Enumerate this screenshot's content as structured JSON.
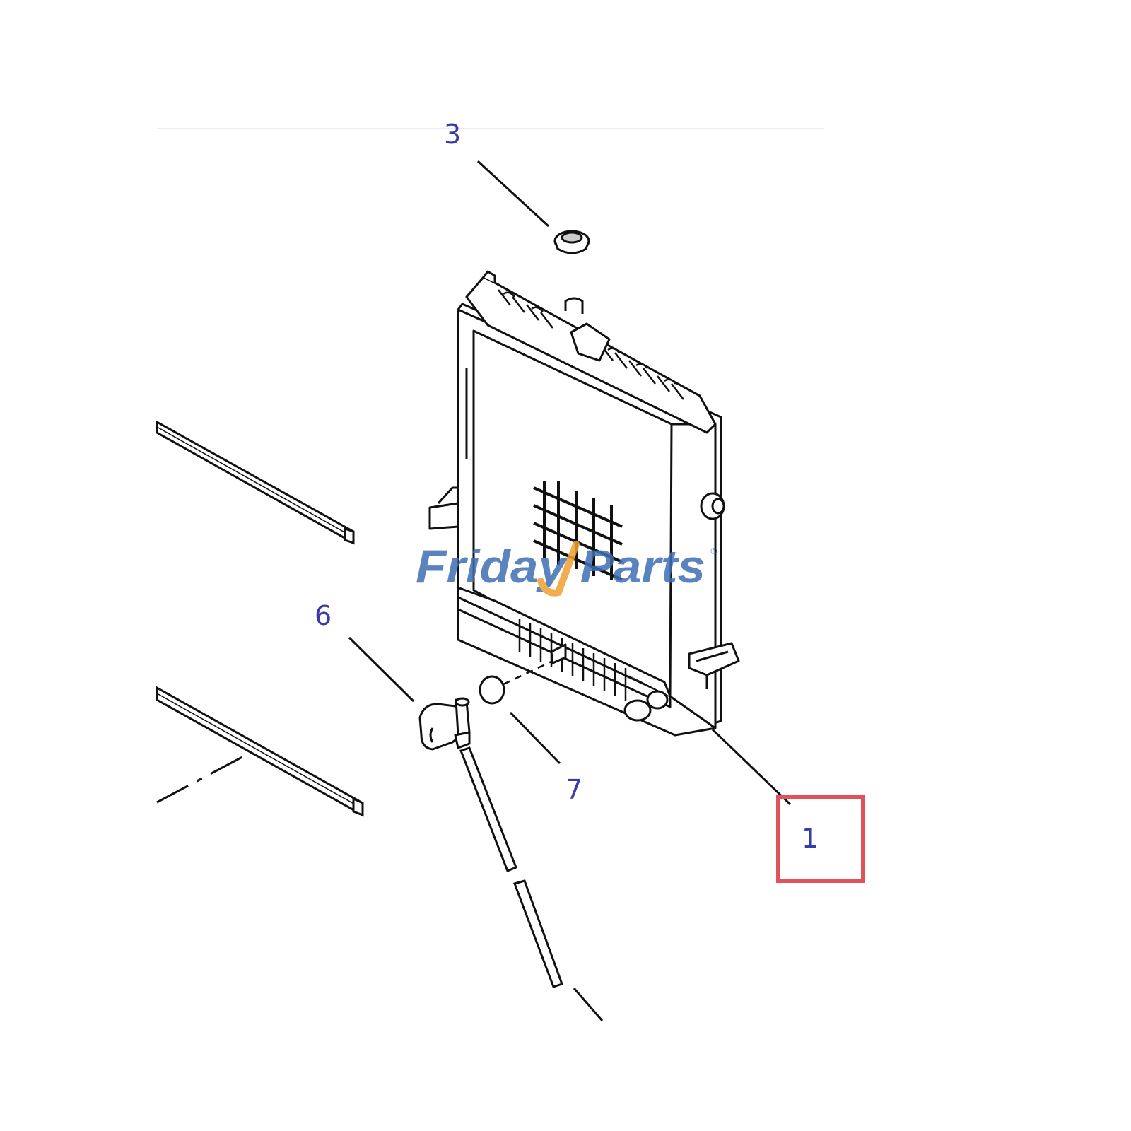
{
  "diagram": {
    "callouts": [
      {
        "id": "1",
        "label": "1",
        "highlighted": true
      },
      {
        "id": "3",
        "label": "3"
      },
      {
        "id": "6",
        "label": "6"
      },
      {
        "id": "7",
        "label": "7"
      }
    ],
    "watermark": {
      "text": "FridayParts",
      "registered": "®"
    },
    "colors": {
      "callout_text": "#3a3aa8",
      "highlight_box": "#e0525a",
      "watermark_blue": "#3f6fb5",
      "watermark_orange": "#f0a030",
      "line_art": "#111111"
    }
  }
}
